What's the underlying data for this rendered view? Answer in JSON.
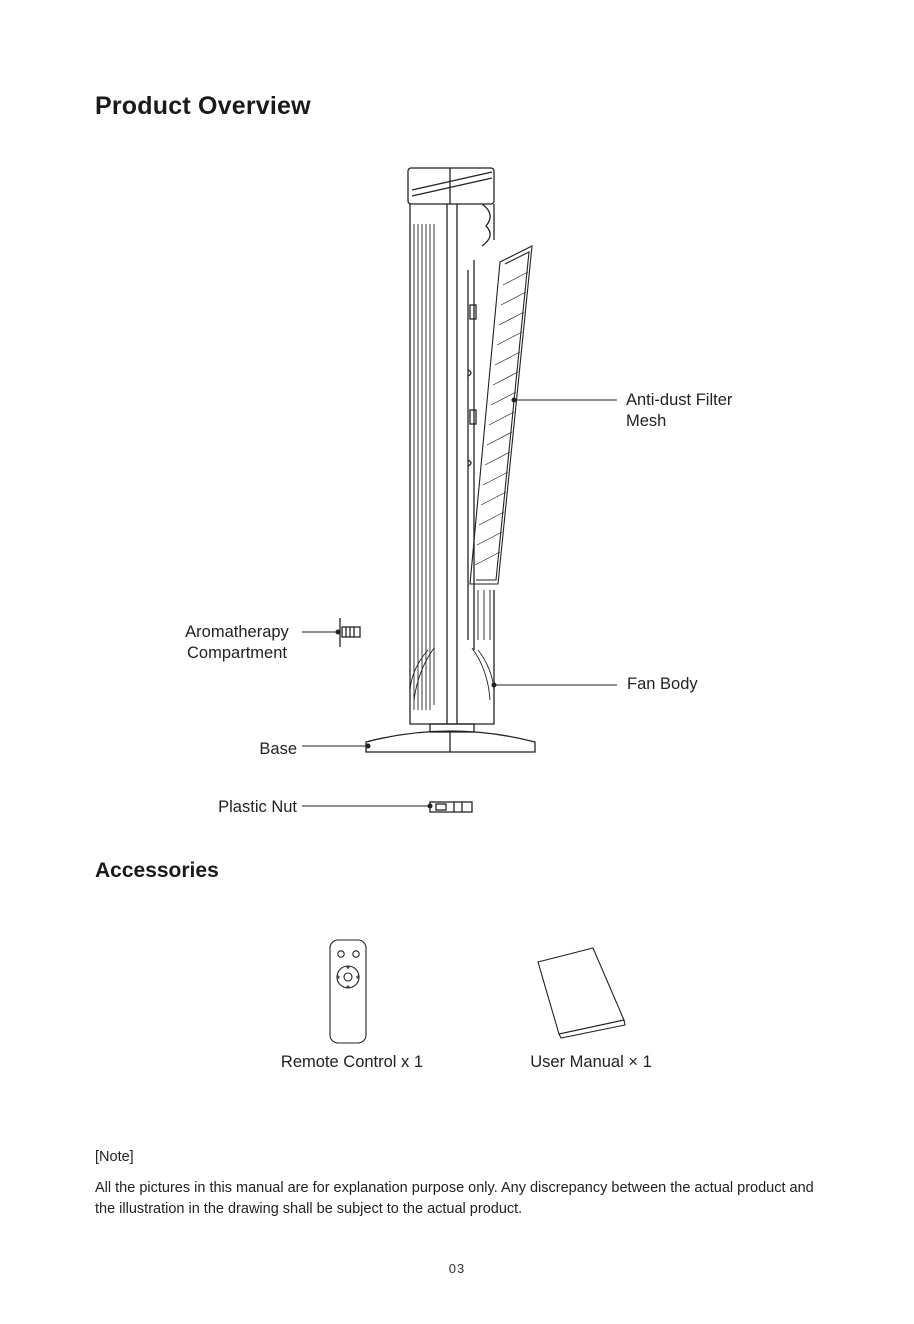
{
  "title": "Product Overview",
  "labels": {
    "filter_line1": "Anti-dust Filter",
    "filter_line2": "Mesh",
    "aroma_line1": "Aromatherapy",
    "aroma_line2": "Compartment",
    "fan_body": "Fan Body",
    "base": "Base",
    "plastic_nut": "Plastic Nut"
  },
  "accessories": {
    "heading": "Accessories",
    "items": [
      {
        "label": "Remote Control x 1"
      },
      {
        "label": "User Manual × 1"
      }
    ]
  },
  "note": {
    "heading": "[Note]",
    "text": "All the pictures in this manual are for explanation purpose only. Any discrepancy between the actual product and the illustration in the drawing shall be subject to the actual product."
  },
  "page_number": "03"
}
